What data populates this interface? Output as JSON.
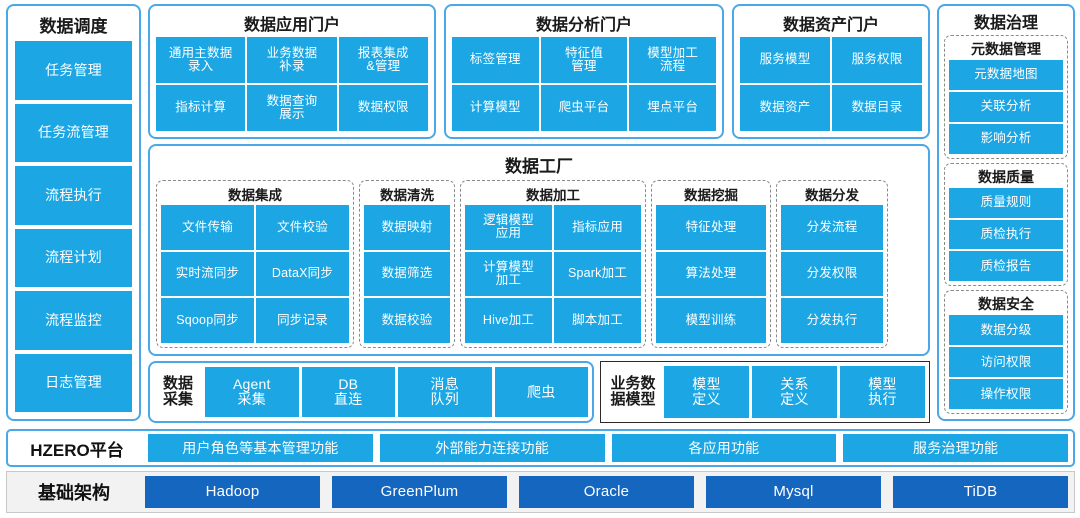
{
  "colors": {
    "tile_blue": "#1CA7E4",
    "tile_dark_blue": "#1566BE",
    "outer_border_blue": "#4AA8E8",
    "dashed_gray": "#8A8A8A",
    "infra_bg": "#F2F2F2"
  },
  "scheduling": {
    "title": "数据调度",
    "items": [
      "任务管理",
      "任务流管理",
      "流程执行",
      "流程计划",
      "流程监控",
      "日志管理"
    ]
  },
  "portals": [
    {
      "id": "app",
      "title": "数据应用门户",
      "items": [
        "通用主数据\n录入",
        "业务数据\n补录",
        "报表集成\n&管理",
        "指标计算",
        "数据查询\n展示",
        "数据权限"
      ]
    },
    {
      "id": "analysis",
      "title": "数据分析门户",
      "items": [
        "标签管理",
        "特征值\n管理",
        "模型加工\n流程",
        "计算模型",
        "爬虫平台",
        "埋点平台"
      ]
    },
    {
      "id": "asset",
      "title": "数据资产门户",
      "items": [
        "服务模型",
        "服务权限",
        "数据资产",
        "数据目录"
      ]
    }
  ],
  "factory": {
    "title": "数据工厂",
    "groups": [
      {
        "id": "integration",
        "title": "数据集成",
        "items": [
          "文件传输",
          "文件校验",
          "实时流同步",
          "DataX同步",
          "Sqoop同步",
          "同步记录"
        ]
      },
      {
        "id": "cleaning",
        "title": "数据清洗",
        "items": [
          "数据映射",
          "数据筛选",
          "数据校验"
        ]
      },
      {
        "id": "processing",
        "title": "数据加工",
        "items": [
          "逻辑模型\n应用",
          "指标应用",
          "计算模型\n加工",
          "Spark加工",
          "Hive加工",
          "脚本加工"
        ]
      },
      {
        "id": "mining",
        "title": "数据挖掘",
        "items": [
          "特征处理",
          "算法处理",
          "模型训练"
        ]
      },
      {
        "id": "distribution",
        "title": "数据分发",
        "items": [
          "分发流程",
          "分发权限",
          "分发执行"
        ]
      }
    ]
  },
  "collection": {
    "label": "数据\n采集",
    "items": [
      "Agent\n采集",
      "DB\n直连",
      "消息\n队列",
      "爬虫"
    ]
  },
  "business_model": {
    "label": "业务数\n据模型",
    "items": [
      "模型\n定义",
      "关系\n定义",
      "模型\n执行"
    ]
  },
  "governance": {
    "title": "数据治理",
    "sections": [
      {
        "id": "metadata",
        "title": "元数据管理",
        "items": [
          "元数据地图",
          "关联分析",
          "影响分析"
        ]
      },
      {
        "id": "quality",
        "title": "数据质量",
        "items": [
          "质量规则",
          "质检执行",
          "质检报告"
        ]
      },
      {
        "id": "security",
        "title": "数据安全",
        "items": [
          "数据分级",
          "访问权限",
          "操作权限"
        ]
      }
    ]
  },
  "hzero": {
    "label": "HZERO平台",
    "items": [
      "用户角色等基本管理功能",
      "外部能力连接功能",
      "各应用功能",
      "服务治理功能"
    ]
  },
  "infrastructure": {
    "label": "基础架构",
    "items": [
      "Hadoop",
      "GreenPlum",
      "Oracle",
      "Mysql",
      "TiDB"
    ]
  }
}
